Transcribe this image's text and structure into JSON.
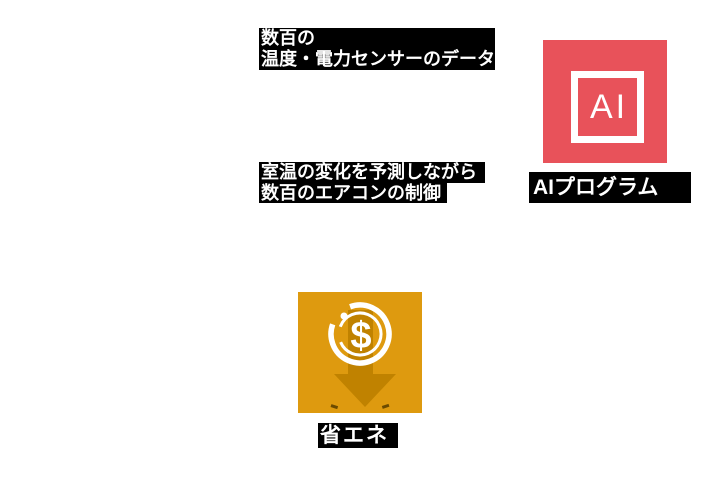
{
  "colors": {
    "ai_red": "#e8525a",
    "saving_orange": "#de9a0f",
    "arrow_orange": "#c08200",
    "highlight_bg": "#000000",
    "text_white": "#ffffff",
    "panel_bg": "#ffffff"
  },
  "captions": {
    "sensor_data": {
      "line1": "数百の",
      "line2": "温度・電力センサーのデータ"
    },
    "control": {
      "line1": "室温の変化を予測しながら",
      "line2": "数百のエアコンの制御"
    }
  },
  "ai_program": {
    "logo_text": "AI",
    "label": "AIプログラム",
    "icon": "ai-logo-icon"
  },
  "energy_saving": {
    "label": "省エネ",
    "currency_symbol": "$",
    "icon": "cost-down-coin-arrow-icon"
  }
}
